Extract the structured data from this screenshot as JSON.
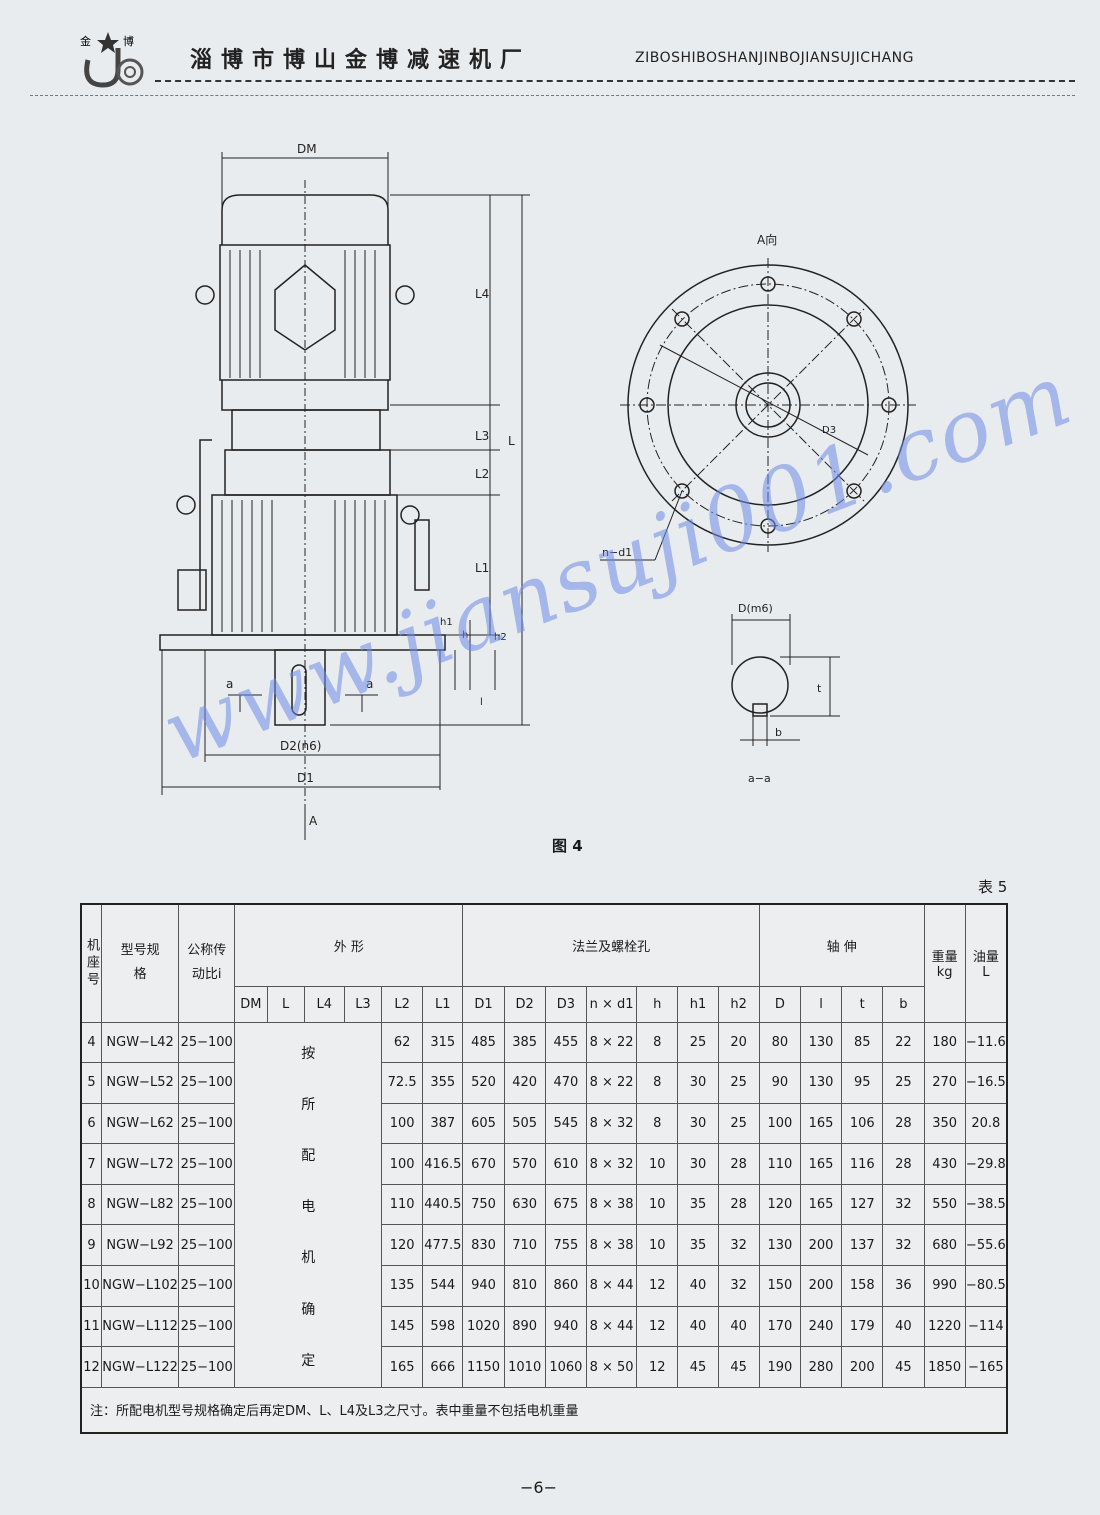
{
  "header": {
    "logo_chars": [
      "金",
      "博"
    ],
    "company_cn": "淄博市博山金博减速机厂",
    "company_en": "ZIBOSHIBOSHANJINBOJIANSUJICHANG"
  },
  "figure": {
    "labels": {
      "dm": "DM",
      "l4": "L4",
      "l3": "L3",
      "l2": "L2",
      "l1": "L1",
      "l": "L",
      "h1": "h1",
      "h": "h",
      "h2": "h2",
      "l_small": "l",
      "a_left": "a",
      "a_right": "a",
      "d2n6": "D2(n6)",
      "d1": "D1",
      "arrow_a": "A",
      "a_view": "A向",
      "d3": "D3",
      "n_d1": "n−d1",
      "dm6": "D(m6)",
      "t": "t",
      "b": "b",
      "section": "a−a"
    },
    "caption": "图 4"
  },
  "watermark": "www.jiansuji001.com",
  "table": {
    "label": "表 5",
    "headers": {
      "frame": "机座号",
      "model": "型号规格",
      "ratio": "公称传动比i",
      "outline": "外  形",
      "flange": "法兰及螺栓孔",
      "shaft": "轴  伸",
      "weight": "重量",
      "weight_unit": "kg",
      "oil": "油量",
      "oil_unit": "L",
      "sub": [
        "DM",
        "L",
        "L4",
        "L3",
        "L2",
        "L1",
        "D1",
        "D2",
        "D3",
        "n × d1",
        "h",
        "h1",
        "h2",
        "D",
        "l",
        "t",
        "b"
      ]
    },
    "merged_text": [
      "按",
      "所",
      "配",
      "电",
      "机",
      "确",
      "定"
    ],
    "rows": [
      {
        "no": "4",
        "model": "NGW−L42",
        "ratio": "25−100",
        "l2": "62",
        "l1": "315",
        "d1": "485",
        "d2": "385",
        "d3": "455",
        "nd": "8 × 22",
        "h": "8",
        "h1": "25",
        "h2": "20",
        "d": "80",
        "l": "130",
        "t": "85",
        "b": "22",
        "w": "180",
        "oil": "−11.6"
      },
      {
        "no": "5",
        "model": "NGW−L52",
        "ratio": "25−100",
        "l2": "72.5",
        "l1": "355",
        "d1": "520",
        "d2": "420",
        "d3": "470",
        "nd": "8 × 22",
        "h": "8",
        "h1": "30",
        "h2": "25",
        "d": "90",
        "l": "130",
        "t": "95",
        "b": "25",
        "w": "270",
        "oil": "−16.5"
      },
      {
        "no": "6",
        "model": "NGW−L62",
        "ratio": "25−100",
        "l2": "100",
        "l1": "387",
        "d1": "605",
        "d2": "505",
        "d3": "545",
        "nd": "8 × 32",
        "h": "8",
        "h1": "30",
        "h2": "25",
        "d": "100",
        "l": "165",
        "t": "106",
        "b": "28",
        "w": "350",
        "oil": "20.8"
      },
      {
        "no": "7",
        "model": "NGW−L72",
        "ratio": "25−100",
        "l2": "100",
        "l1": "416.5",
        "d1": "670",
        "d2": "570",
        "d3": "610",
        "nd": "8 × 32",
        "h": "10",
        "h1": "30",
        "h2": "28",
        "d": "110",
        "l": "165",
        "t": "116",
        "b": "28",
        "w": "430",
        "oil": "−29.8"
      },
      {
        "no": "8",
        "model": "NGW−L82",
        "ratio": "25−100",
        "l2": "110",
        "l1": "440.5",
        "d1": "750",
        "d2": "630",
        "d3": "675",
        "nd": "8 × 38",
        "h": "10",
        "h1": "35",
        "h2": "28",
        "d": "120",
        "l": "165",
        "t": "127",
        "b": "32",
        "w": "550",
        "oil": "−38.5"
      },
      {
        "no": "9",
        "model": "NGW−L92",
        "ratio": "25−100",
        "l2": "120",
        "l1": "477.5",
        "d1": "830",
        "d2": "710",
        "d3": "755",
        "nd": "8 × 38",
        "h": "10",
        "h1": "35",
        "h2": "32",
        "d": "130",
        "l": "200",
        "t": "137",
        "b": "32",
        "w": "680",
        "oil": "−55.6"
      },
      {
        "no": "10",
        "model": "NGW−L102",
        "ratio": "25−100",
        "l2": "135",
        "l1": "544",
        "d1": "940",
        "d2": "810",
        "d3": "860",
        "nd": "8 × 44",
        "h": "12",
        "h1": "40",
        "h2": "32",
        "d": "150",
        "l": "200",
        "t": "158",
        "b": "36",
        "w": "990",
        "oil": "−80.5"
      },
      {
        "no": "11",
        "model": "NGW−L112",
        "ratio": "25−100",
        "l2": "145",
        "l1": "598",
        "d1": "1020",
        "d2": "890",
        "d3": "940",
        "nd": "8 × 44",
        "h": "12",
        "h1": "40",
        "h2": "40",
        "d": "170",
        "l": "240",
        "t": "179",
        "b": "40",
        "w": "1220",
        "oil": "−114"
      },
      {
        "no": "12",
        "model": "NGW−L122",
        "ratio": "25−100",
        "l2": "165",
        "l1": "666",
        "d1": "1150",
        "d2": "1010",
        "d3": "1060",
        "nd": "8 × 50",
        "h": "12",
        "h1": "45",
        "h2": "45",
        "d": "190",
        "l": "280",
        "t": "200",
        "b": "45",
        "w": "1850",
        "oil": "−165"
      }
    ],
    "note": "注：所配电机型号规格确定后再定DM、L、L4及L3之尺寸。表中重量不包括电机重量"
  },
  "page_number": "−6−"
}
